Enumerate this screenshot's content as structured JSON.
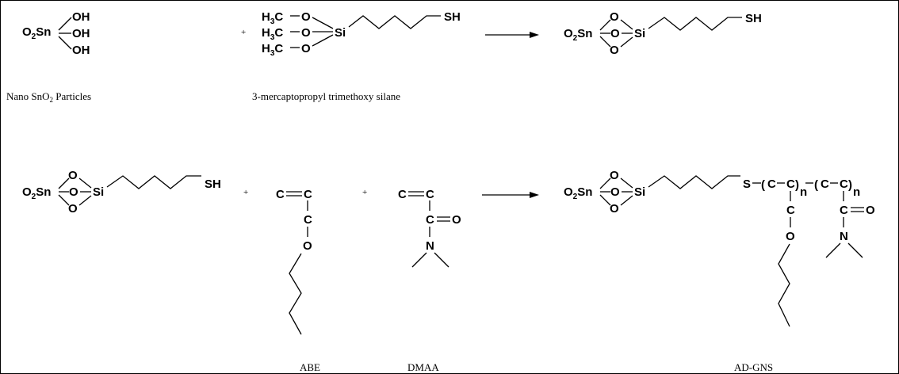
{
  "labels": {
    "sno2_particles": "Nano SnO",
    "sno2_sub": "2",
    "sno2_tail": " Particles",
    "silane": "3-mercaptopropyl trimethoxy silane",
    "abe": "ABE",
    "dmaa": "DMAA",
    "adgns": "AD-GNS"
  },
  "symbols": {
    "plus": "+",
    "o": "O",
    "sn": "Sn",
    "si": "Si",
    "sh": "SH",
    "oh": "OH",
    "h": "H",
    "c": "C",
    "n": "N",
    "s": "S",
    "sub2": "2",
    "sub3": "3",
    "index_n": "n",
    "paren_open": "(",
    "paren_close": ")"
  }
}
